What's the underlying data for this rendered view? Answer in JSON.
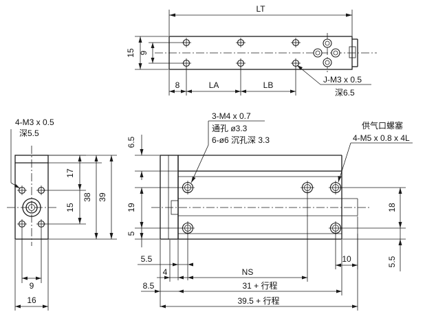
{
  "top_view": {
    "dim_lt": "LT",
    "dim_15": "15",
    "dim_9": "9",
    "dim_8": "8",
    "dim_la": "LA",
    "dim_lb": "LB",
    "note_thread": "J-M3 x 0.5",
    "note_depth": "深6.5"
  },
  "side_view": {
    "note_thread": "4-M3 x 0.5",
    "note_depth": "深5.5",
    "dim_17": "17",
    "dim_15": "15",
    "dim_38": "38",
    "dim_39": "39",
    "dim_9": "9",
    "dim_16": "16"
  },
  "front_view": {
    "note_m4": "3-M4 x 0.7",
    "note_through": "通孔 ø3.3",
    "note_counterbore": "6-ø6 沉孔深 3.3",
    "note_port_title": "供气口螺塞",
    "note_port_spec": "4-M5 x 0.8 x 4L",
    "dim_6_5": "6.5",
    "dim_19": "19",
    "dim_5": "5",
    "dim_5_5_left": "5.5",
    "dim_4": "4",
    "dim_ns": "NS",
    "dim_8_5": "8.5",
    "dim_31": "31 + 行程",
    "dim_39_5": "39.5 + 行程",
    "dim_10": "10",
    "dim_18": "18",
    "dim_5_5_right": "5.5"
  }
}
